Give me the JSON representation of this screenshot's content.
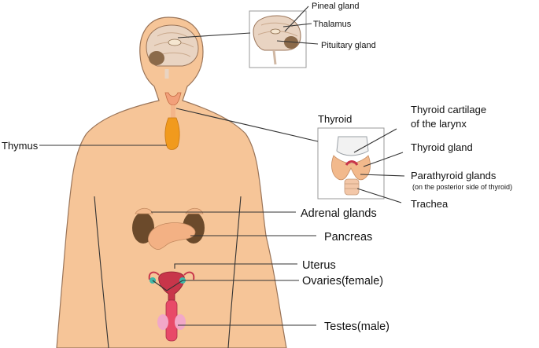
{
  "labels": {
    "pineal": "Pineal gland",
    "thalamus": "Thalamus",
    "pituitary": "Pituitary gland",
    "thyroid_title": "Thyroid",
    "thyroid_cartilage_1": "Thyroid cartilage",
    "thyroid_cartilage_2": "of the larynx",
    "thyroid_gland": "Thyroid gland",
    "parathyroid": "Parathyroid glands",
    "parathyroid_note": "(on the posterior side of thyroid)",
    "trachea": "Trachea",
    "thymus": "Thymus",
    "adrenal": "Adrenal glands",
    "pancreas": "Pancreas",
    "uterus": "Uterus",
    "ovaries": "Ovaries(female)",
    "testes": "Testes(male)"
  },
  "colors": {
    "skin": "#f6c598",
    "skin_outline": "#9a7458",
    "brain": "#e9d4c2",
    "thyroid": "#f2a07a",
    "thymus": "#f19a1d",
    "kidney": "#6b4a2b",
    "pancreas": "#f3b184",
    "uterus": "#c8354a",
    "ovary": "#3fb8a8",
    "testes": "#f2a8c8"
  }
}
